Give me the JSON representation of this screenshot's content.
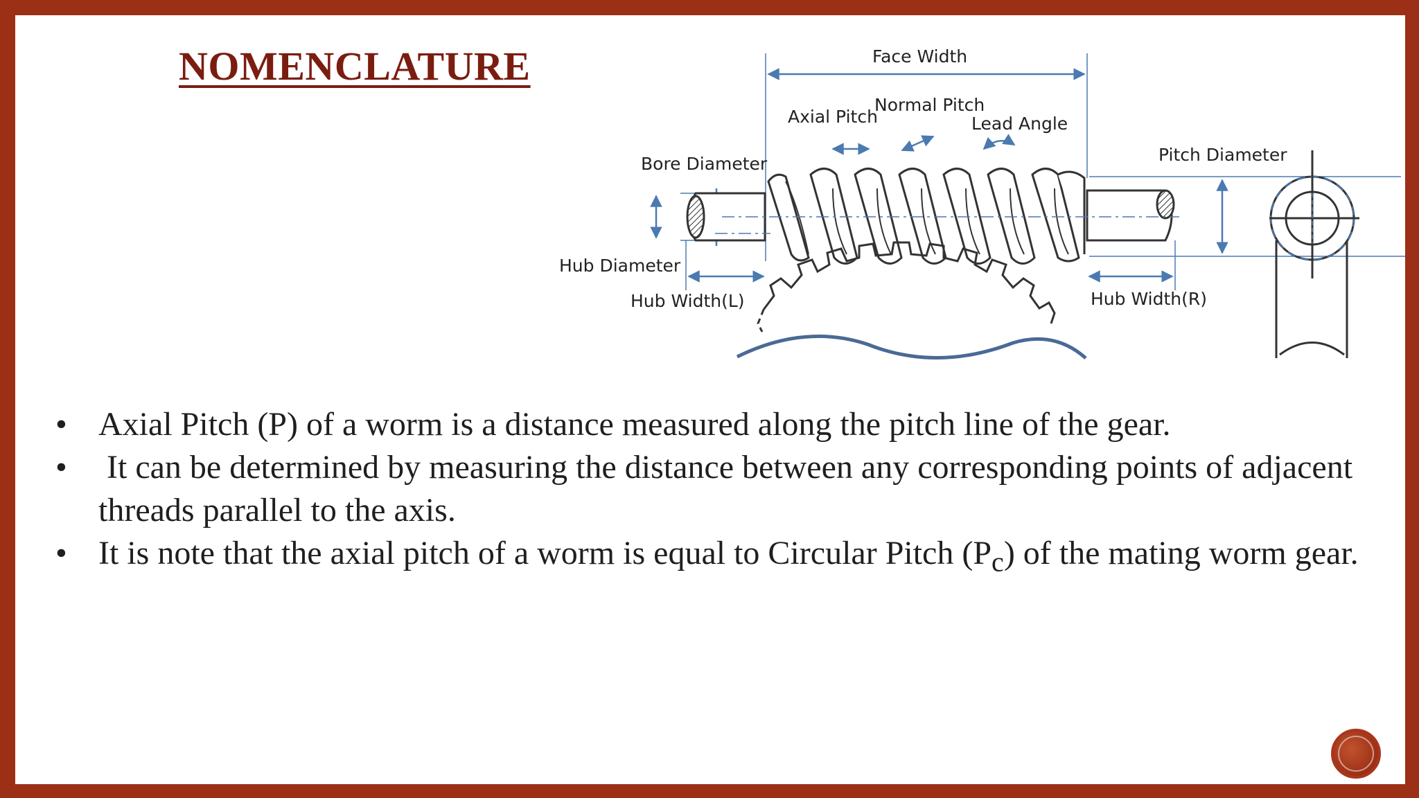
{
  "slide": {
    "title": "NOMENCLATURE",
    "accent_color": "#9b3016",
    "title_color": "#7a1d10"
  },
  "diagram": {
    "labels": {
      "face_width": "Face Width",
      "axial_pitch": "Axial Pitch",
      "normal_pitch": "Normal Pitch",
      "lead_angle": "Lead Angle",
      "bore_diameter": "Bore Diameter",
      "pitch_diameter": "Pitch Diameter",
      "hub_diameter": "Hub Diameter",
      "hub_width_l": "Hub Width(L)",
      "hub_width_r": "Hub Width(R)"
    },
    "dimension_color": "#4a7ab0"
  },
  "bullets": [
    {
      "symbol": "•",
      "parts": [
        {
          "text": "Axial Pitch (P) of a worm is a distance measured along the pitch line of the gear."
        }
      ]
    },
    {
      "symbol": "•",
      "parts": [
        {
          "text": " It can be determined by measuring the distance between any corresponding points of adjacent threads parallel to the axis."
        }
      ]
    },
    {
      "symbol": "•",
      "parts": [
        {
          "text": "It is note that the axial pitch of a worm is equal to Circular Pitch (P"
        },
        {
          "sub": "c"
        },
        {
          "text": ") of the mating worm gear."
        }
      ]
    }
  ]
}
